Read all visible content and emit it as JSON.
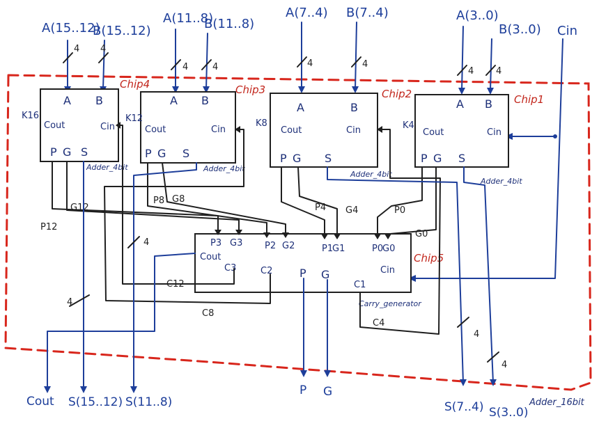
{
  "inputs": {
    "a_15_12": "A(15..12)",
    "b_15_12": "B(15..12)",
    "a_11_8": "A(11..8)",
    "b_11_8": "B(11..8)",
    "a_7_4": "A(7..4)",
    "b_7_4": "B(7..4)",
    "a_3_0": "A(3..0)",
    "b_3_0": "B(3..0)",
    "cin": "Cin"
  },
  "bus_width": "4",
  "adders": [
    {
      "chip": "Chip4",
      "type": "Adder_4bit",
      "port_a": "A",
      "port_b": "B",
      "cout": "Cout",
      "cin": "Cin",
      "p": "P",
      "g": "G",
      "s": "S",
      "k": "K16"
    },
    {
      "chip": "Chip3",
      "type": "Adder_4bit",
      "port_a": "A",
      "port_b": "B",
      "cout": "Cout",
      "cin": "Cin",
      "p": "P",
      "g": "G",
      "s": "S",
      "k": "K12"
    },
    {
      "chip": "Chip2",
      "type": "Adder_4bit",
      "port_a": "A",
      "port_b": "B",
      "cout": "Cout",
      "cin": "Cin",
      "p": "P",
      "g": "G",
      "s": "S",
      "k": "K8"
    },
    {
      "chip": "Chip1",
      "type": "Adder_4bit",
      "port_a": "A",
      "port_b": "B",
      "cout": "Cout",
      "cin": "Cin",
      "p": "P",
      "g": "G",
      "s": "S",
      "k": "K4"
    }
  ],
  "carry_generator": {
    "chip": "Chip5",
    "type": "Carry_generator",
    "p3": "P3",
    "g3": "G3",
    "p2": "P2",
    "g2": "G2",
    "p1": "P1",
    "g1": "G1",
    "p0": "P0",
    "g0": "G0",
    "cout": "Cout",
    "cin": "Cin",
    "c3": "C3",
    "c2": "C2",
    "c1": "C1",
    "p": "P",
    "g": "G"
  },
  "signals": {
    "p12": "P12",
    "g12": "G12",
    "p8": "P8",
    "g8": "G8",
    "p4": "P4",
    "g4": "G4",
    "p0": "P0",
    "g0": "G0",
    "c12": "C12",
    "c8": "C8",
    "c4": "C4"
  },
  "outputs": {
    "cout": "Cout",
    "s_15_12": "S(15..12)",
    "s_11_8": "S(11..8)",
    "p": "P",
    "g": "G",
    "s_7_4": "S(7..4)",
    "s_3_0": "S(3..0)"
  },
  "top_level": "Adder_16bit",
  "colors": {
    "ink": "#1f1f1f",
    "label": "#1d3e9a",
    "chip": "#c2261c",
    "boundary": "#d8261c"
  }
}
